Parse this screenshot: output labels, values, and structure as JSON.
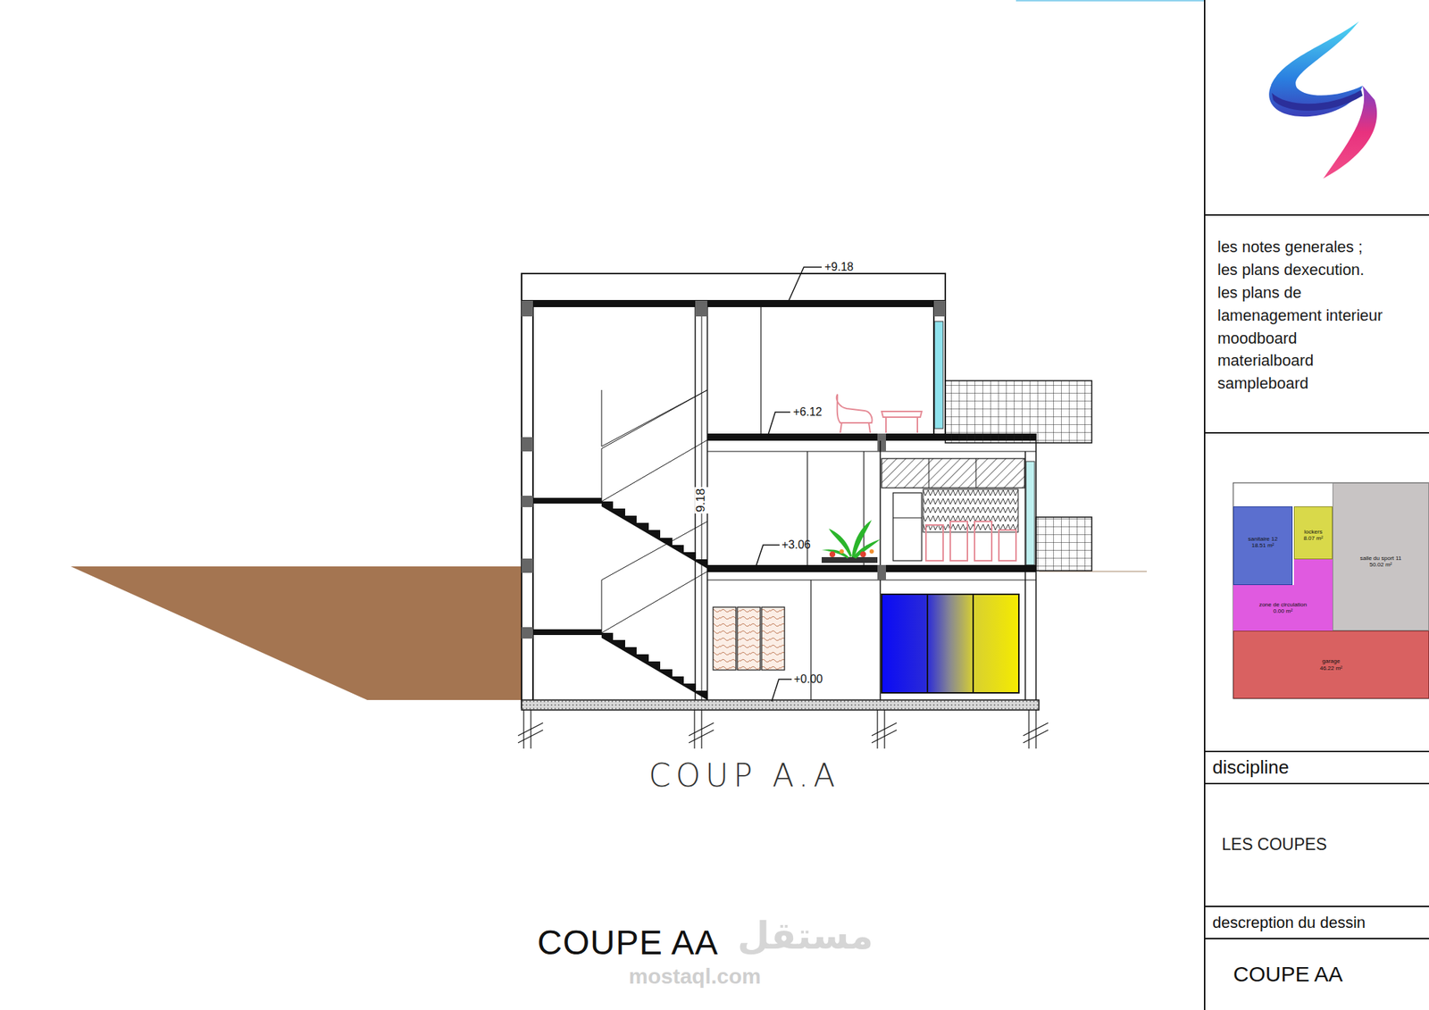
{
  "diagram": {
    "nodes": [
      {
        "text": [
          "les notes generales ;",
          "les plans dexecution.",
          "les plans de lamenagement interieur",
          "moodboard",
          "materialboard",
          "sampleboard"
        ]
      },
      {
        "text": [
          "sanitaire 12",
          "18.51 m²"
        ]
      },
      {
        "text": [
          "lockers",
          "8.07 m²"
        ]
      },
      {
        "text": [
          "salle du sport 11",
          "50.02 m²"
        ]
      },
      {
        "text": [
          "zone de circulation",
          "0.00 m²"
        ]
      },
      {
        "text": [
          "garage",
          "46.22 m²"
        ]
      },
      {
        "text": [
          "discipline"
        ]
      },
      {
        "text": [
          "LES COUPES"
        ]
      },
      {
        "text": [
          "descreption du dessin"
        ]
      },
      {
        "text": [
          "COUPE AA"
        ]
      }
    ],
    "labels": [
      "+9.18",
      "+6.12",
      "9.18",
      "+3.06",
      "+0.00",
      "COUP A.A",
      "COUPE AA",
      "مستقل",
      "mostaql.com"
    ]
  }
}
